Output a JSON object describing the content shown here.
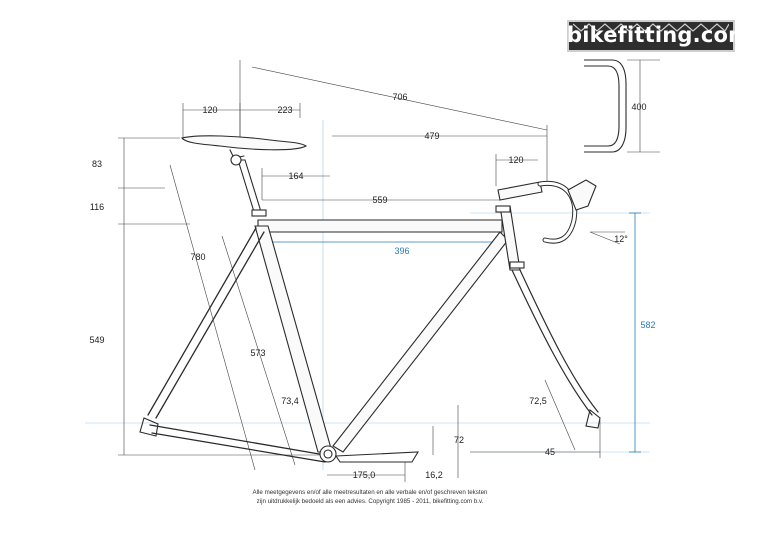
{
  "brand": {
    "logo_text": "bikefitting.com"
  },
  "dimensions": {
    "saddle_setback": "120",
    "saddle_to_bb": "223",
    "saddle_to_bar_reach": "706",
    "saddle_height_a": "83",
    "saddle_height_b": "116",
    "seatpost_setback": "164",
    "top_tube": "559",
    "stem_length": "120",
    "horizontal_479": "479",
    "reach_396": "396",
    "saddle_height_780": "780",
    "seat_tube_573": "573",
    "bb_to_saddle_549": "549",
    "seat_angle": "73,4",
    "head_angle": "72,5",
    "fork_offset": "45",
    "bb_drop": "72",
    "chainstay": "175,0",
    "crank_small": "16,2",
    "stack_582": "582",
    "handlebar_width": "400",
    "bar_angle": "12°"
  },
  "footer": {
    "line1": "Alle meetgegevens en/of alle meetresultaten en alle verbale en/of geschreven teksten",
    "line2": "zijn uitdrukkelijk bedoeld als een advies. Copyright 1985 - 2011, bikefitting.com b.v."
  },
  "colors": {
    "line": "#2b2b2b",
    "dimension_line": "#444444",
    "blue_guide": "#5aa7d8",
    "logo_bg": "#2e2e2e"
  }
}
